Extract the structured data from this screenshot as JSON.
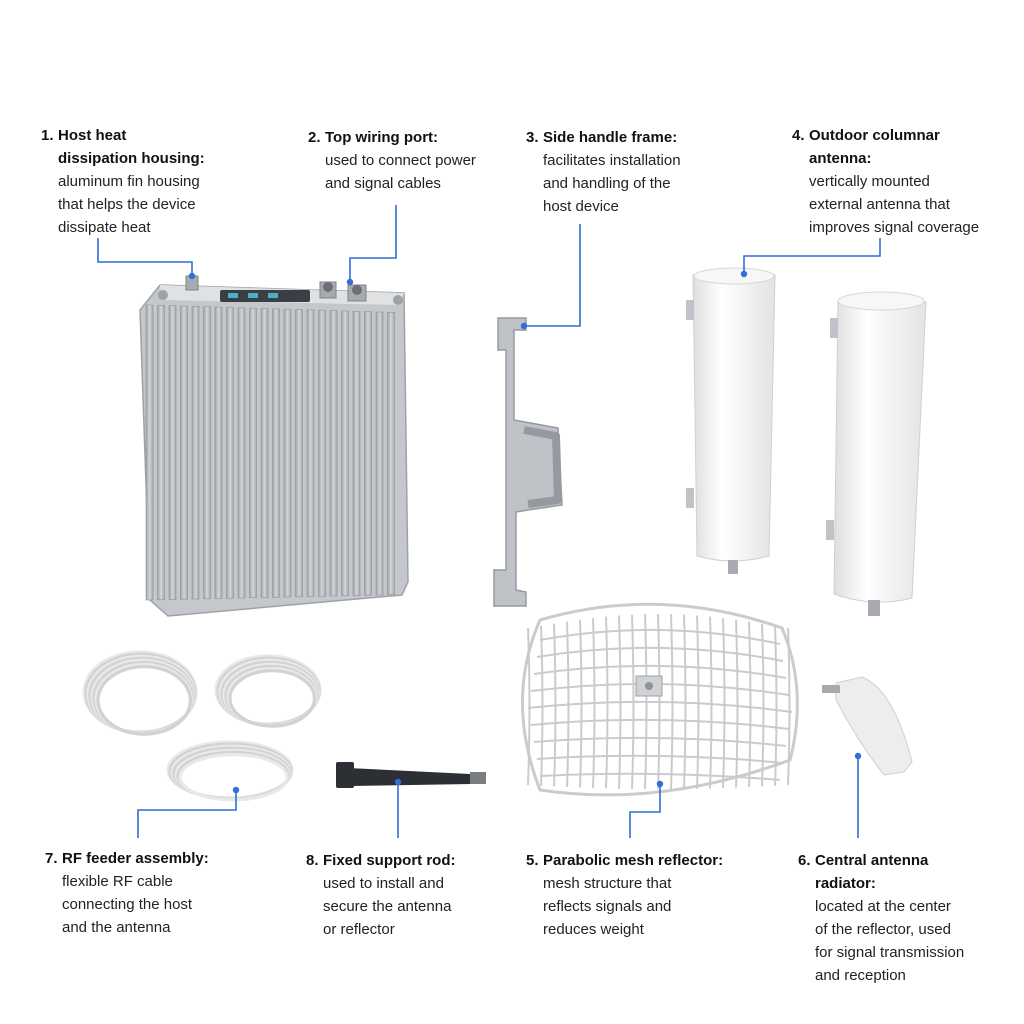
{
  "colors": {
    "leader": "#2f6fd6",
    "metal": "#b9bcc1",
    "metal_dark": "#8f9398",
    "white_plastic": "#f3f3f3",
    "outline": "#c9cbce"
  },
  "callouts": [
    {
      "num": "1.",
      "title_a": "Host heat",
      "title_b": "dissipation housing:",
      "lines": [
        "aluminum fin housing",
        "that helps the device",
        "dissipate heat"
      ]
    },
    {
      "num": "2.",
      "title_a": "Top wiring port:",
      "title_b": "",
      "lines": [
        "used to connect power",
        "and signal cables"
      ]
    },
    {
      "num": "3.",
      "title_a": "Side handle frame:",
      "title_b": "",
      "lines": [
        "facilitates installation",
        "and handling of the",
        "host device"
      ]
    },
    {
      "num": "4.",
      "title_a": "Outdoor columnar",
      "title_b": "antenna:",
      "lines": [
        "vertically mounted",
        "external antenna that",
        "improves signal coverage"
      ]
    },
    {
      "num": "7.",
      "title_a": "RF feeder assembly:",
      "title_b": "",
      "lines": [
        "flexible RF cable",
        "connecting the host",
        "and the antenna"
      ]
    },
    {
      "num": "8.",
      "title_a": "Fixed support rod:",
      "title_b": "",
      "lines": [
        "used to install and",
        "secure the antenna",
        "or reflector"
      ]
    },
    {
      "num": "5.",
      "title_a": "Parabolic mesh reflector:",
      "title_b": "",
      "lines": [
        "mesh structure that",
        "reflects signals and",
        "reduces weight"
      ]
    },
    {
      "num": "6.",
      "title_a": "Central antenna",
      "title_b": "radiator:",
      "lines": [
        "located at the center",
        "of the reflector, used",
        "for signal transmission",
        "and reception"
      ]
    }
  ]
}
